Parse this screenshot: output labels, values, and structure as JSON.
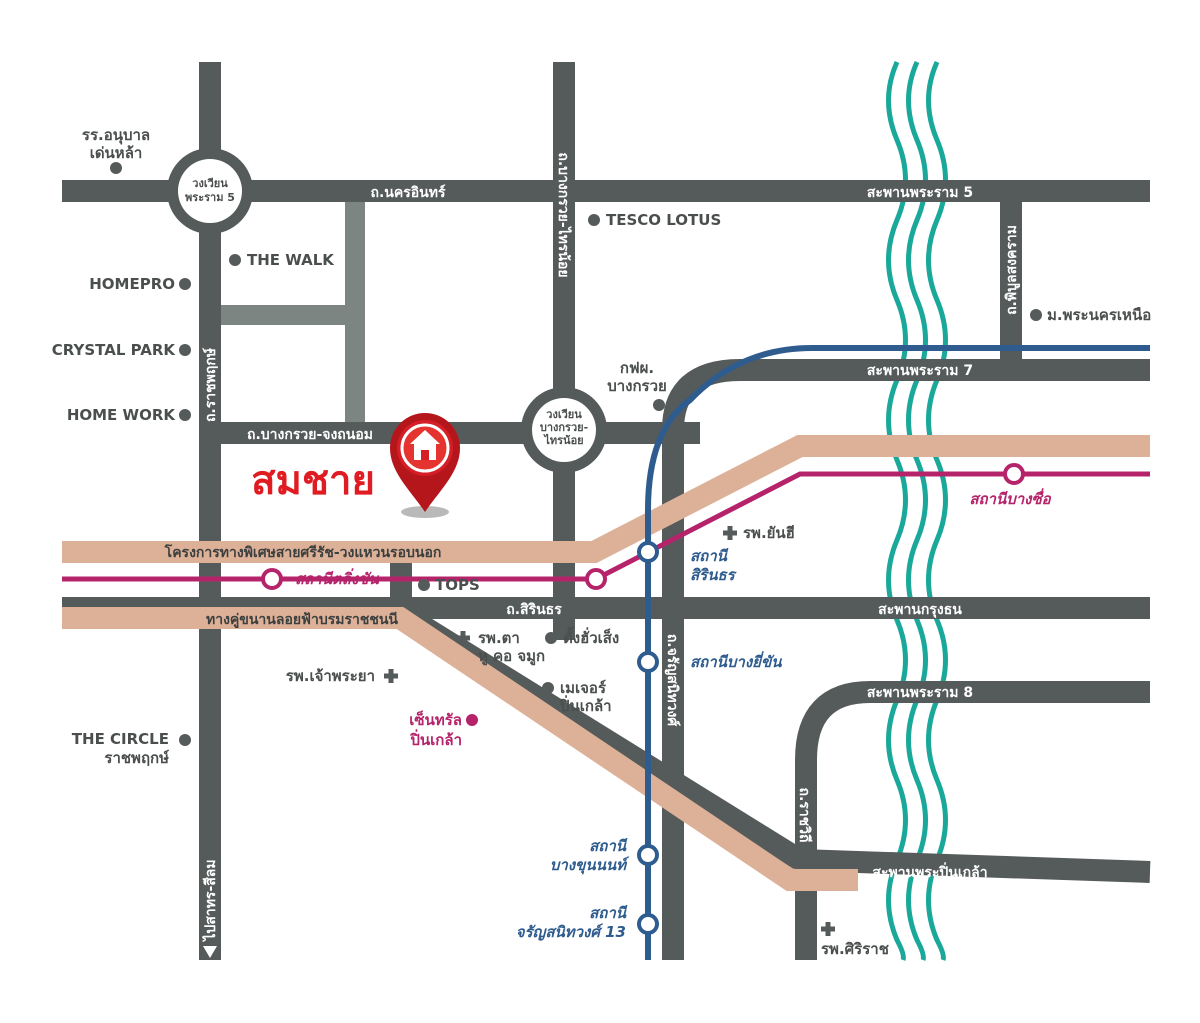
{
  "map": {
    "home_label": "สมชาย",
    "colors": {
      "road": "#555b5a",
      "minor_road": "#7d8583",
      "expressway": "#ddb198",
      "blue_line": "#2f5c8e",
      "purple_line": "#b5246b",
      "river": "#1aa89a",
      "marker": "#d41f26"
    },
    "roads": {
      "nakhon_in": "ถ.นครอินทร์",
      "bang_kruai_sai_noi": "ถ.บางกรวย-จงถนอม",
      "ratchaphruek": "ถ.ราชพฤกษ์",
      "bang_kruai_sai_noi_v": "ถ.บางกรวย-ไทรน้อย",
      "sirindhorn": "ถ.สิรินธร",
      "charansanitwong": "ถ.จรัญสนิทวงศ์",
      "phibun_songkhram": "ถ.พิบูลสงคราม",
      "ratchawithi": "ถ.ราชวิถี",
      "to_sathorn": "ไปสาทร-สีลม",
      "expressway_ring": "โครงการทางพิเศษสายศรีรัช-วงแหวนรอบนอก",
      "borommaratchachonnani": "ทางคู่ขนานลอยฟ้าบรมราชชนนี"
    },
    "bridges": {
      "rama5": "สะพานพระราม 5",
      "rama7": "สะพานพระราม 7",
      "krungthon": "สะพานกรุงธน",
      "rama8": "สะพานพระราม 8",
      "pinklao": "สะพานพระปิ่นเกล้า"
    },
    "roundabouts": {
      "rama5_line1": "วงเวียน",
      "rama5_line2": "พระราม 5",
      "bangkruai_line1": "วงเวียน",
      "bangkruai_line2": "บางกรวย-",
      "bangkruai_line3": "ไทรน้อย"
    },
    "stations": {
      "taling_chan": "สถานีตลิ่งชัน",
      "bang_son": "สถานีบางซื่อ",
      "sirindhorn_line1": "สถานี",
      "sirindhorn_line2": "สิรินธร",
      "bang_yi_khan": "สถานีบางยี่ขัน",
      "bang_khun_non_line1": "สถานี",
      "bang_khun_non_line2": "บางขุนนนท์",
      "charan13_line1": "สถานี",
      "charan13_line2": "จรัญสนิทวงศ์ 13"
    },
    "pois": {
      "kindergarten_line1": "รร.อนุบาล",
      "kindergarten_line2": "เด่นหล้า",
      "the_walk": "THE WALK",
      "homepro": "HOMEPRO",
      "crystal_park": "CRYSTAL PARK",
      "home_work": "HOME WORK",
      "tesco_lotus": "TESCO LOTUS",
      "egat_line1": "กฟผ.",
      "egat_line2": "บางกรวย",
      "m_phra_nakhon_nuea": "ม.พระนครเหนือ",
      "yanhee": "รพ.ยันฮี",
      "tops": "TOPS",
      "ent_line1": "รพ.ตา",
      "ent_line2": "หู คอ จมูก",
      "tang_hua_seng": "ตั้งฮั่วเส็ง",
      "chao_phraya_hospital": "รพ.เจ้าพระยา",
      "major_line1": "เมเจอร์",
      "major_line2": "ปิ่นเกล้า",
      "central_line1": "เซ็นทรัล",
      "central_line2": "ปิ่นเกล้า",
      "the_circle_line1": "THE CIRCLE",
      "the_circle_line2": "ราชพฤกษ์",
      "siriraj": "รพ.ศิริราช"
    }
  }
}
